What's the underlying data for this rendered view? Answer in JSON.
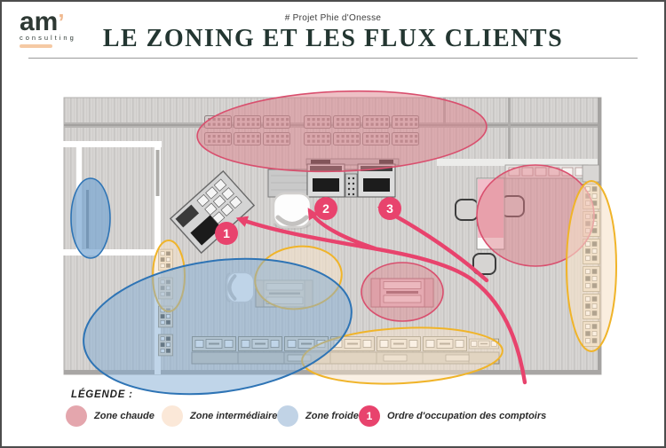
{
  "header": {
    "logo": {
      "name": "am",
      "apostrophe": "’",
      "sub": "consulting"
    },
    "project_tag": "# Projet Phie d'Onesse",
    "title": "LE ZONING ET LES FLUX CLIENTS"
  },
  "plan": {
    "markers": [
      {
        "n": "1"
      },
      {
        "n": "2"
      },
      {
        "n": "3"
      }
    ]
  },
  "legend": {
    "heading": "LÉGENDE :",
    "items": [
      {
        "label": "Zone chaude",
        "color": "#e4a6ad"
      },
      {
        "label": "Zone intermédiaire",
        "color": "#fbe8d8"
      },
      {
        "label": "Zone froide",
        "color": "#c1d3e6"
      },
      {
        "label": "Ordre d'occupation des comptoirs",
        "color": "#e8436d",
        "marker_number": "1"
      }
    ]
  },
  "colors": {
    "zone_chaude_fill": "#dd828c",
    "zone_chaude_outline": "#d94f6e",
    "zone_intermediaire_fill": "#f6e2c9",
    "zone_intermediaire_outline": "#f0b429",
    "zone_froide_fill": "#81acd3",
    "zone_froide_outline": "#2e74b5",
    "flow_arrow": "#e8436d",
    "title_text": "#233631",
    "logo_accent": "#f2c29e"
  }
}
